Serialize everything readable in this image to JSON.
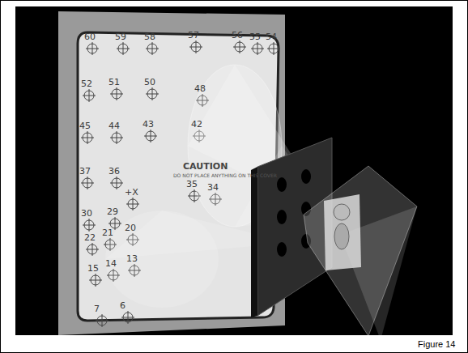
{
  "diagram": {
    "caption": "Figure 14",
    "labels": [
      "60",
      "59",
      "58",
      "57",
      "56",
      "55",
      "54",
      "52",
      "51",
      "50",
      "48",
      "45",
      "44",
      "43",
      "42",
      "37",
      "36",
      "+X",
      "35",
      "34",
      "30",
      "29",
      "22",
      "21",
      "20",
      "15",
      "14",
      "13",
      "7",
      "6",
      "CAUTION",
      "DO NOT PLACE ANYTHING ON THIS COVER"
    ]
  }
}
